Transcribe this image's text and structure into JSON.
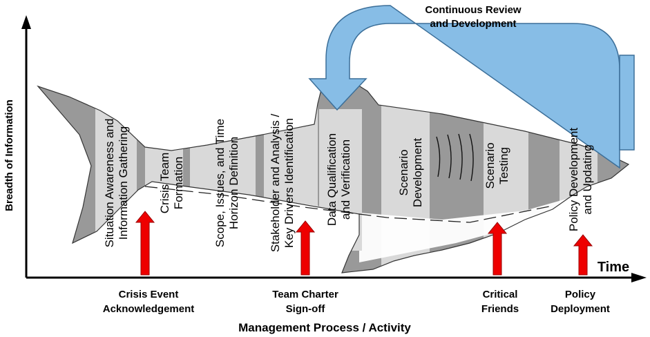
{
  "axes": {
    "y_label": "Breadth of Information",
    "x_label": "Management Process / Activity",
    "time_label": "Time"
  },
  "loop": {
    "line1": "Continuous Review",
    "line2": "and Development",
    "color": "#87bde6"
  },
  "stages": [
    {
      "line1": "Situation Awareness and",
      "line2": "Information Gathering"
    },
    {
      "line1": "Crisis Team",
      "line2": "Formation"
    },
    {
      "line1": "Scope, Issues, and Time",
      "line2": "Horizon Definition"
    },
    {
      "line1": "Stakeholder and Analysis /",
      "line2": "Key Drivers Identification"
    },
    {
      "line1": "Data Qualification",
      "line2": "and Verification"
    },
    {
      "line1": "Scenario",
      "line2": "Development"
    },
    {
      "line1": "Scenario",
      "line2": "Testing"
    },
    {
      "line1": "Policy Development",
      "line2": "and Updating"
    }
  ],
  "events": [
    {
      "line1": "Crisis Event",
      "line2": "Acknowledgement"
    },
    {
      "line1": "Team Charter",
      "line2": "Sign-off"
    },
    {
      "line1": "Critical",
      "line2": "Friends"
    },
    {
      "line1": "Policy",
      "line2": "Deployment"
    }
  ],
  "colors": {
    "arrow_red": "#ee0000",
    "band_dark": "#999999",
    "band_light": "#d9d9d9"
  }
}
